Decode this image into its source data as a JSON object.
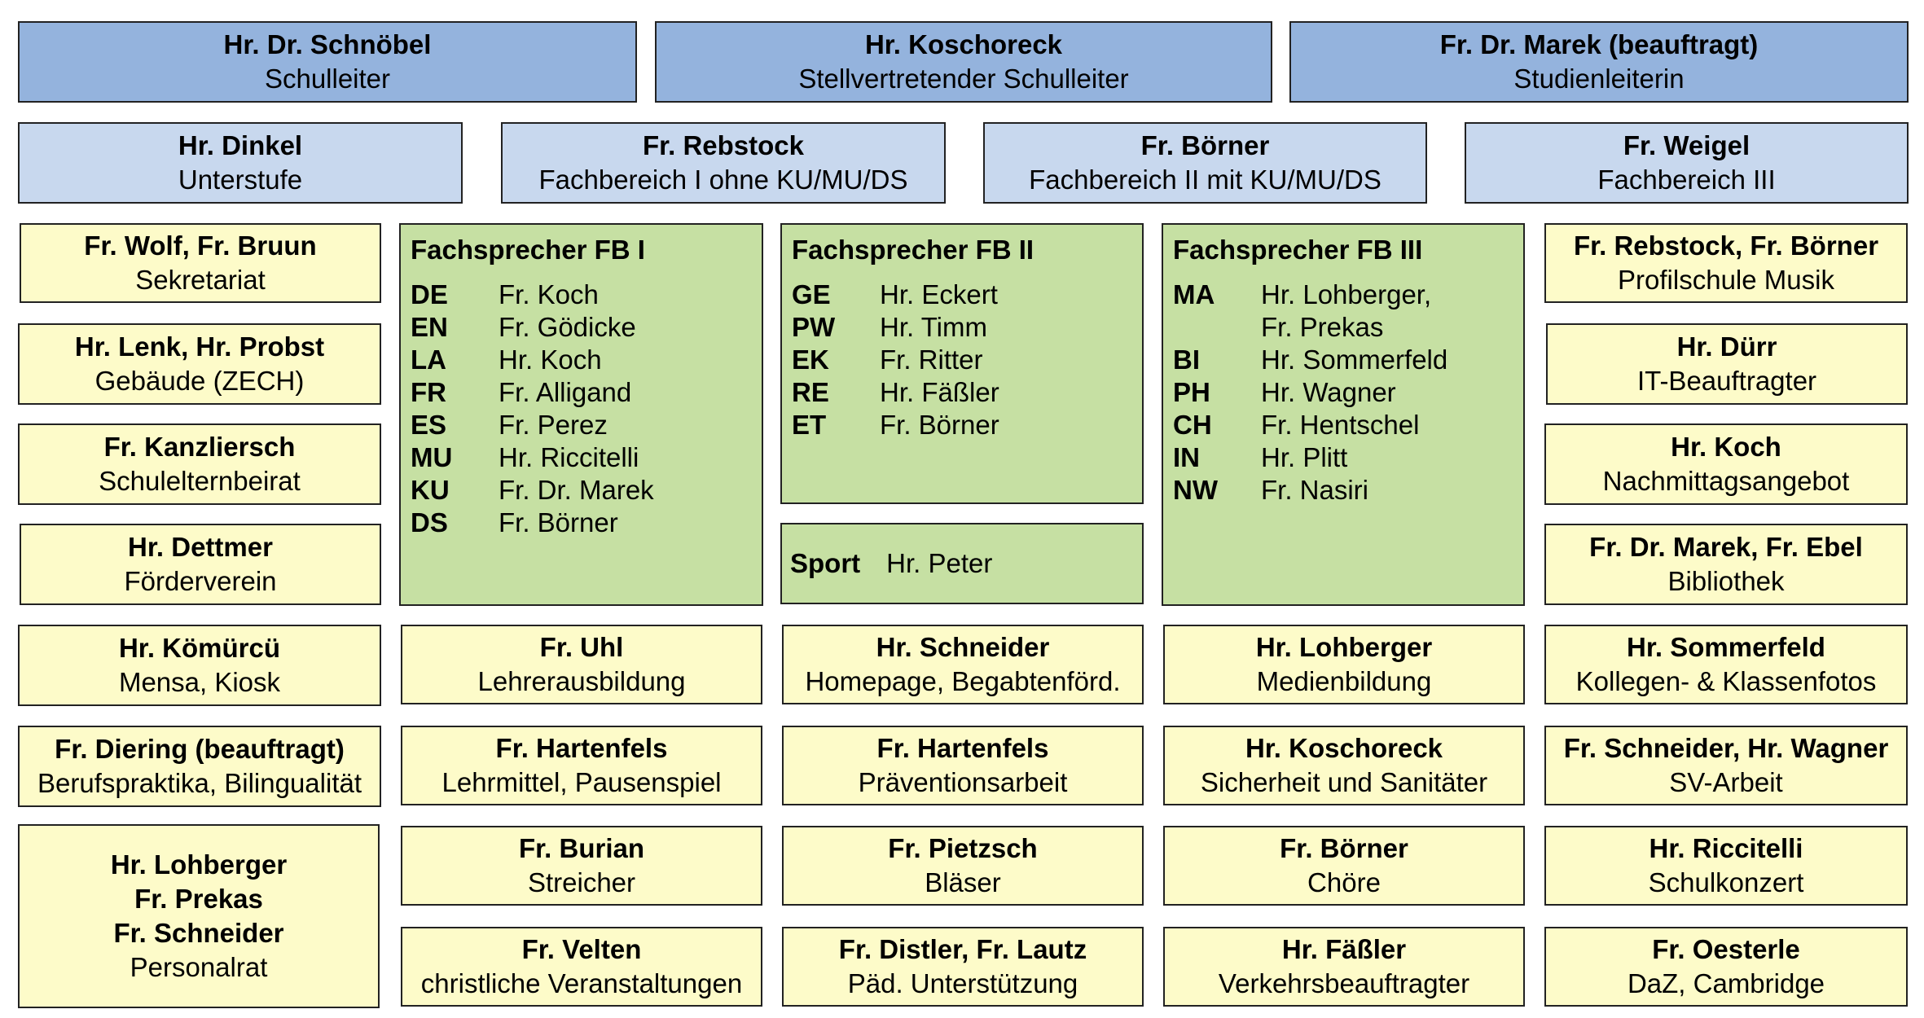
{
  "top": [
    {
      "name": "Hr. Dr. Schnöbel",
      "role": "Schulleiter"
    },
    {
      "name": "Hr. Koschoreck",
      "role": "Stellvertretender Schulleiter"
    },
    {
      "name": "Fr. Dr. Marek (beauftragt)",
      "role": "Studienleiterin"
    }
  ],
  "mid": [
    {
      "name": "Hr. Dinkel",
      "role": "Unterstufe"
    },
    {
      "name": "Fr. Rebstock",
      "role": "Fachbereich I ohne KU/MU/DS"
    },
    {
      "name": "Fr. Börner",
      "role": "Fachbereich II mit KU/MU/DS"
    },
    {
      "name": "Fr. Weigel",
      "role": "Fachbereich III"
    }
  ],
  "left": [
    {
      "name": "Fr. Wolf, Fr. Bruun",
      "role": "Sekretariat"
    },
    {
      "name": "Hr. Lenk, Hr. Probst",
      "role": "Gebäude (ZECH)"
    },
    {
      "name": "Fr. Kanzliersch",
      "role": "Schulelternbeirat"
    },
    {
      "name": "Hr. Dettmer",
      "role": "Förderverein"
    },
    {
      "name": "Hr. Kömürcü",
      "role": "Mensa, Kiosk"
    },
    {
      "name": "Fr. Diering (beauftragt)",
      "role": "Berufspraktika, Bilingualität"
    }
  ],
  "personalrat": {
    "names": [
      "Hr. Lohberger",
      "Fr. Prekas",
      "Fr. Schneider"
    ],
    "role": "Personalrat"
  },
  "right": [
    {
      "name": "Fr. Rebstock, Fr. Börner",
      "role": "Profilschule Musik"
    },
    {
      "name": "Hr. Dürr",
      "role": "IT-Beauftragter"
    },
    {
      "name": "Hr. Koch",
      "role": "Nachmittagsangebot"
    },
    {
      "name": "Fr. Dr. Marek, Fr. Ebel",
      "role": "Bibliothek"
    },
    {
      "name": "Hr. Sommerfeld",
      "role": "Kollegen- & Klassenfotos"
    },
    {
      "name": "Fr. Schneider, Hr. Wagner",
      "role": "SV-Arbeit"
    },
    {
      "name": "Hr. Riccitelli",
      "role": "Schulkonzert"
    },
    {
      "name": "Fr. Oesterle",
      "role": "DaZ, Cambridge"
    }
  ],
  "fb1": {
    "title": "Fachsprecher FB I",
    "rows": [
      {
        "code": "DE",
        "name": "Fr. Koch"
      },
      {
        "code": "EN",
        "name": "Fr. Gödicke"
      },
      {
        "code": "LA",
        "name": "Hr. Koch"
      },
      {
        "code": "FR",
        "name": "Fr. Alligand"
      },
      {
        "code": "ES",
        "name": "Fr. Perez"
      },
      {
        "code": "MU",
        "name": "Hr. Riccitelli"
      },
      {
        "code": "KU",
        "name": "Fr. Dr. Marek"
      },
      {
        "code": "DS",
        "name": "Fr. Börner"
      }
    ]
  },
  "fb2": {
    "title": "Fachsprecher FB II",
    "rows": [
      {
        "code": "GE",
        "name": "Hr. Eckert"
      },
      {
        "code": "PW",
        "name": "Hr. Timm"
      },
      {
        "code": "EK",
        "name": "Fr. Ritter"
      },
      {
        "code": "RE",
        "name": "Hr. Fäßler"
      },
      {
        "code": "ET",
        "name": "Fr. Börner"
      }
    ]
  },
  "sport": {
    "code": "Sport",
    "name": "Hr. Peter"
  },
  "fb3": {
    "title": "Fachsprecher FB III",
    "rows": [
      {
        "code": "MA",
        "name": "Hr. Lohberger,"
      },
      {
        "code": "",
        "name": "Fr. Prekas"
      },
      {
        "code": "BI",
        "name": "Hr. Sommerfeld"
      },
      {
        "code": "PH",
        "name": "Hr. Wagner"
      },
      {
        "code": "CH",
        "name": "Fr. Hentschel"
      },
      {
        "code": "IN",
        "name": "Hr. Plitt"
      },
      {
        "code": "NW",
        "name": "Fr. Nasiri"
      }
    ]
  },
  "col2": [
    {
      "name": "Fr. Uhl",
      "role": "Lehrerausbildung"
    },
    {
      "name": "Fr. Hartenfels",
      "role": "Lehrmittel, Pausenspiel"
    },
    {
      "name": "Fr. Burian",
      "role": "Streicher"
    },
    {
      "name": "Fr. Velten",
      "role": "christliche Veranstaltungen"
    }
  ],
  "col3": [
    {
      "name": "Hr. Schneider",
      "role": "Homepage, Begabtenförd."
    },
    {
      "name": "Fr. Hartenfels",
      "role": "Präventionsarbeit"
    },
    {
      "name": "Fr. Pietzsch",
      "role": "Bläser"
    },
    {
      "name": "Fr. Distler, Fr. Lautz",
      "role": "Päd. Unterstützung"
    }
  ],
  "col4": [
    {
      "name": "Hr. Lohberger",
      "role": "Medienbildung"
    },
    {
      "name": "Hr. Koschoreck",
      "role": "Sicherheit und Sanitäter"
    },
    {
      "name": "Fr. Börner",
      "role": "Chöre"
    },
    {
      "name": "Hr. Fäßler",
      "role": "Verkehrsbeauftragter"
    }
  ]
}
